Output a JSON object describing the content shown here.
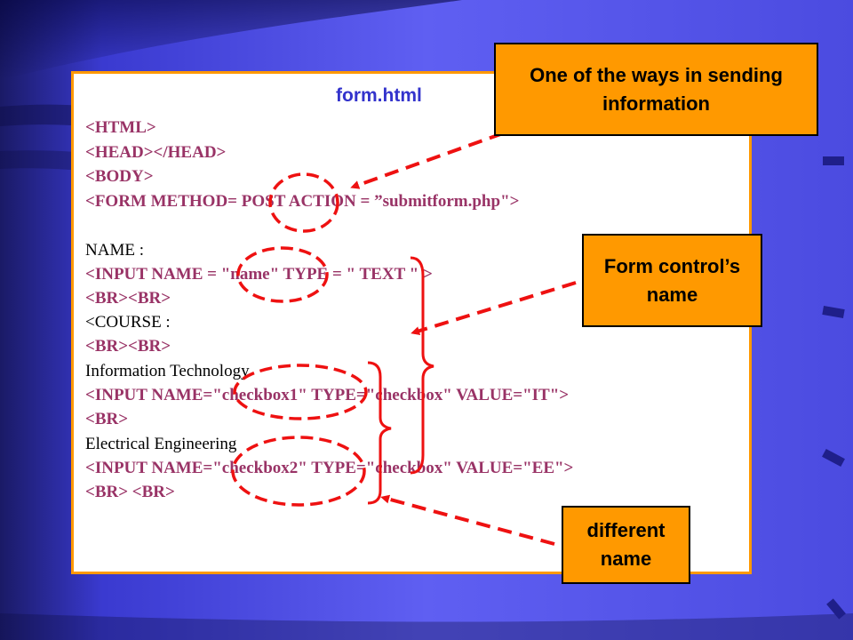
{
  "slide": {
    "title": "form.html",
    "code_lines": [
      {
        "text": "<HTML>",
        "style": "tag"
      },
      {
        "text": "<HEAD></HEAD>",
        "style": "tag"
      },
      {
        "text": "<BODY>",
        "style": "tag"
      },
      {
        "text": "<FORM METHOD= POST ACTION = ”submitform.php\">",
        "style": "tag"
      },
      {
        "text": "",
        "style": "plain"
      },
      {
        "text": "NAME :",
        "style": "plain"
      },
      {
        "text": "<INPUT NAME = \"name\" TYPE = \" TEXT \" >",
        "style": "tag"
      },
      {
        "text": "<BR><BR>",
        "style": "tag"
      },
      {
        "text": "<COURSE :",
        "style": "plain"
      },
      {
        "text": "<BR><BR>",
        "style": "tag"
      },
      {
        "text": "Information Technology",
        "style": "plain"
      },
      {
        "text": "<INPUT NAME=\"checkbox1\" TYPE=\"checkbox\" VALUE=\"IT\">",
        "style": "tag"
      },
      {
        "text": "<BR>",
        "style": "tag"
      },
      {
        "text": "Electrical Engineering",
        "style": "plain"
      },
      {
        "text": "<INPUT NAME=\"checkbox2\" TYPE=\"checkbox\" VALUE=\"EE\">",
        "style": "tag"
      },
      {
        "text": "<BR> <BR>",
        "style": "tag"
      }
    ],
    "callouts": {
      "sending": "One of the ways in sending information",
      "control_name": "Form control’s name",
      "different": "different name"
    }
  },
  "colors": {
    "background": "#5b5bf0",
    "panel_border": "#ff9900",
    "callout_fill": "#ff9900",
    "annotation_red": "#ee1111",
    "code_tag": "#993366",
    "title_blue": "#3333cc"
  }
}
